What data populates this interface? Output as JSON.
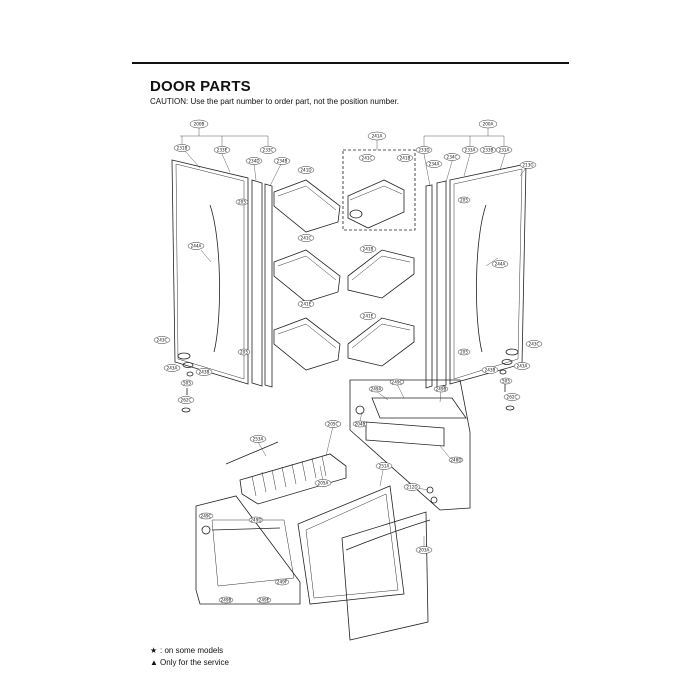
{
  "header": {
    "title": "DOOR PARTS",
    "caution": "CAUTION: Use the part number to order part, not the position number."
  },
  "callouts": {
    "c200b": "200B",
    "c231b": "231B",
    "c233e": "233E",
    "c233c": "233C",
    "c234d": "234D",
    "c234b": "234B",
    "c241a": "241A",
    "c241c_top": "241C",
    "c241b_top": "241B",
    "c241d": "241D",
    "c200a": "200A",
    "c233d": "233D",
    "c233a": "233A",
    "c234c": "234C",
    "c233b": "233B",
    "c231a": "231A",
    "c213g": "213G",
    "c234a": "234A",
    "c244a_left": "244A",
    "c244a_right": "244A",
    "c241c_mid": "241C",
    "c241b_mid": "241B",
    "c241e_left": "241E",
    "c241e_right": "241E",
    "c243c_left": "243C",
    "c243a_left": "243A",
    "c243b_left": "243B",
    "c505_left": "505",
    "c262c_left": "262C",
    "c243c_right": "243C",
    "c243a_right": "243A",
    "c243b_right": "243B",
    "c505_right": "505",
    "c262c_right": "262C",
    "c205_l1": "205",
    "c205_l2": "205",
    "c205_r1": "205",
    "c205_r2": "205",
    "c249a": "249A",
    "c249c": "249C",
    "c249b": "249B",
    "c204b": "204B",
    "c248d": "248D",
    "c253a": "253A",
    "c205c": "205C",
    "c205a": "205A",
    "c251a": "251A",
    "c212d": "212D",
    "c203a": "203A",
    "c249c_low": "249C",
    "c249d": "249D",
    "c249f": "249F",
    "c249e": "249E",
    "c249b_low": "249B"
  },
  "legend": {
    "some_models_symbol": "★",
    "some_models_text": ": on some models",
    "service_symbol": "▲",
    "service_text": "Only for the service"
  }
}
